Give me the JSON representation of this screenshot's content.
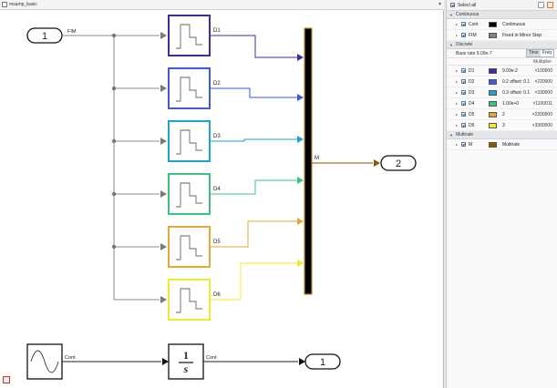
{
  "model_name": "msamp_basic",
  "diagram": {
    "inport_fim": {
      "number": "1",
      "signal": "FIM"
    },
    "discrete_blocks": [
      {
        "label": "D1",
        "color": "#3a2f9c"
      },
      {
        "label": "D2",
        "color": "#3d5ae0"
      },
      {
        "label": "D3",
        "color": "#20a3c9"
      },
      {
        "label": "D4",
        "color": "#3dc27f"
      },
      {
        "label": "D5",
        "color": "#e3a83a"
      },
      {
        "label": "D6",
        "color": "#f0ea2e"
      }
    ],
    "mux_signal": "M",
    "mux_color": "#8a5a00",
    "outport_m": {
      "number": "2"
    },
    "sine_signal": "Cont",
    "integrator": {
      "numerator": "1",
      "denominator": "s",
      "signal": "Cont"
    },
    "outport_cont": {
      "number": "1"
    }
  },
  "legend_panel": {
    "select_all": "Select all",
    "continuous_header": "Continuous",
    "continuous_rows": [
      {
        "name": "Cont",
        "desc": "Continuous",
        "color": "#000000"
      },
      {
        "name": "FIM",
        "desc": "Fixed in Minor Step",
        "color": "#808080"
      }
    ],
    "discrete_header": "Discrete",
    "base_rate": "Base rate 9.09e-7",
    "seg_time": "Time",
    "seg_freq": "Freq",
    "multiplier_header": "Multiplier",
    "discrete_rows": [
      {
        "name": "D1",
        "desc": "9.09e-2",
        "mult": "×100000",
        "color": "#3a2f9c"
      },
      {
        "name": "D2",
        "desc": "0.2 offset: 0.1",
        "mult": "×220000",
        "color": "#3d5ae0"
      },
      {
        "name": "D3",
        "desc": "0.3 offset: 0.1",
        "mult": "×330000",
        "color": "#20a3c9"
      },
      {
        "name": "D4",
        "desc": "1.00e+0",
        "mult": "×1100011",
        "color": "#3dc27f"
      },
      {
        "name": "D5",
        "desc": "2",
        "mult": "×2200000",
        "color": "#e3a83a"
      },
      {
        "name": "D6",
        "desc": "3",
        "mult": "×3300000",
        "color": "#f0ea2e"
      }
    ],
    "multirate_header": "Multirate",
    "multirate_rows": [
      {
        "name": "M",
        "desc": "Multirate",
        "color": "#8a5a00"
      }
    ]
  }
}
